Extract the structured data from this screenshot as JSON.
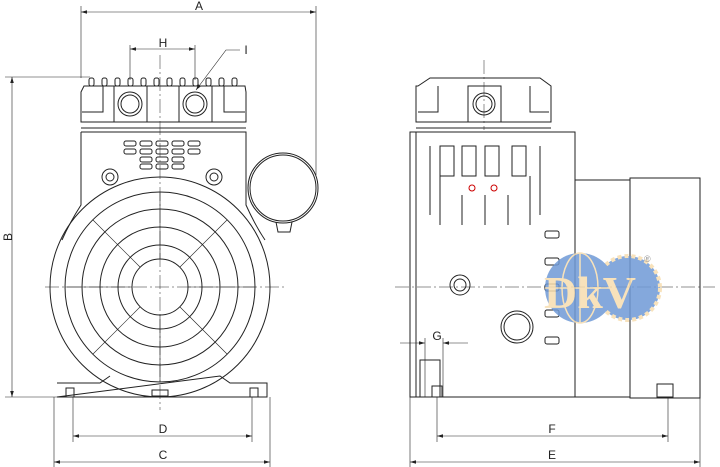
{
  "title": "DKV oil-less piston compressor outline dimension drawing",
  "dimension_labels": {
    "A": "A",
    "B": "B",
    "C": "C",
    "D": "D",
    "E": "E",
    "F": "F",
    "G": "G",
    "H": "H",
    "I": "I"
  },
  "logo": {
    "text": "DKV",
    "registered": "®",
    "colors": {
      "globe": "#6f9ad6",
      "letters": "#f7ddb0"
    }
  },
  "line_color": "#222222"
}
